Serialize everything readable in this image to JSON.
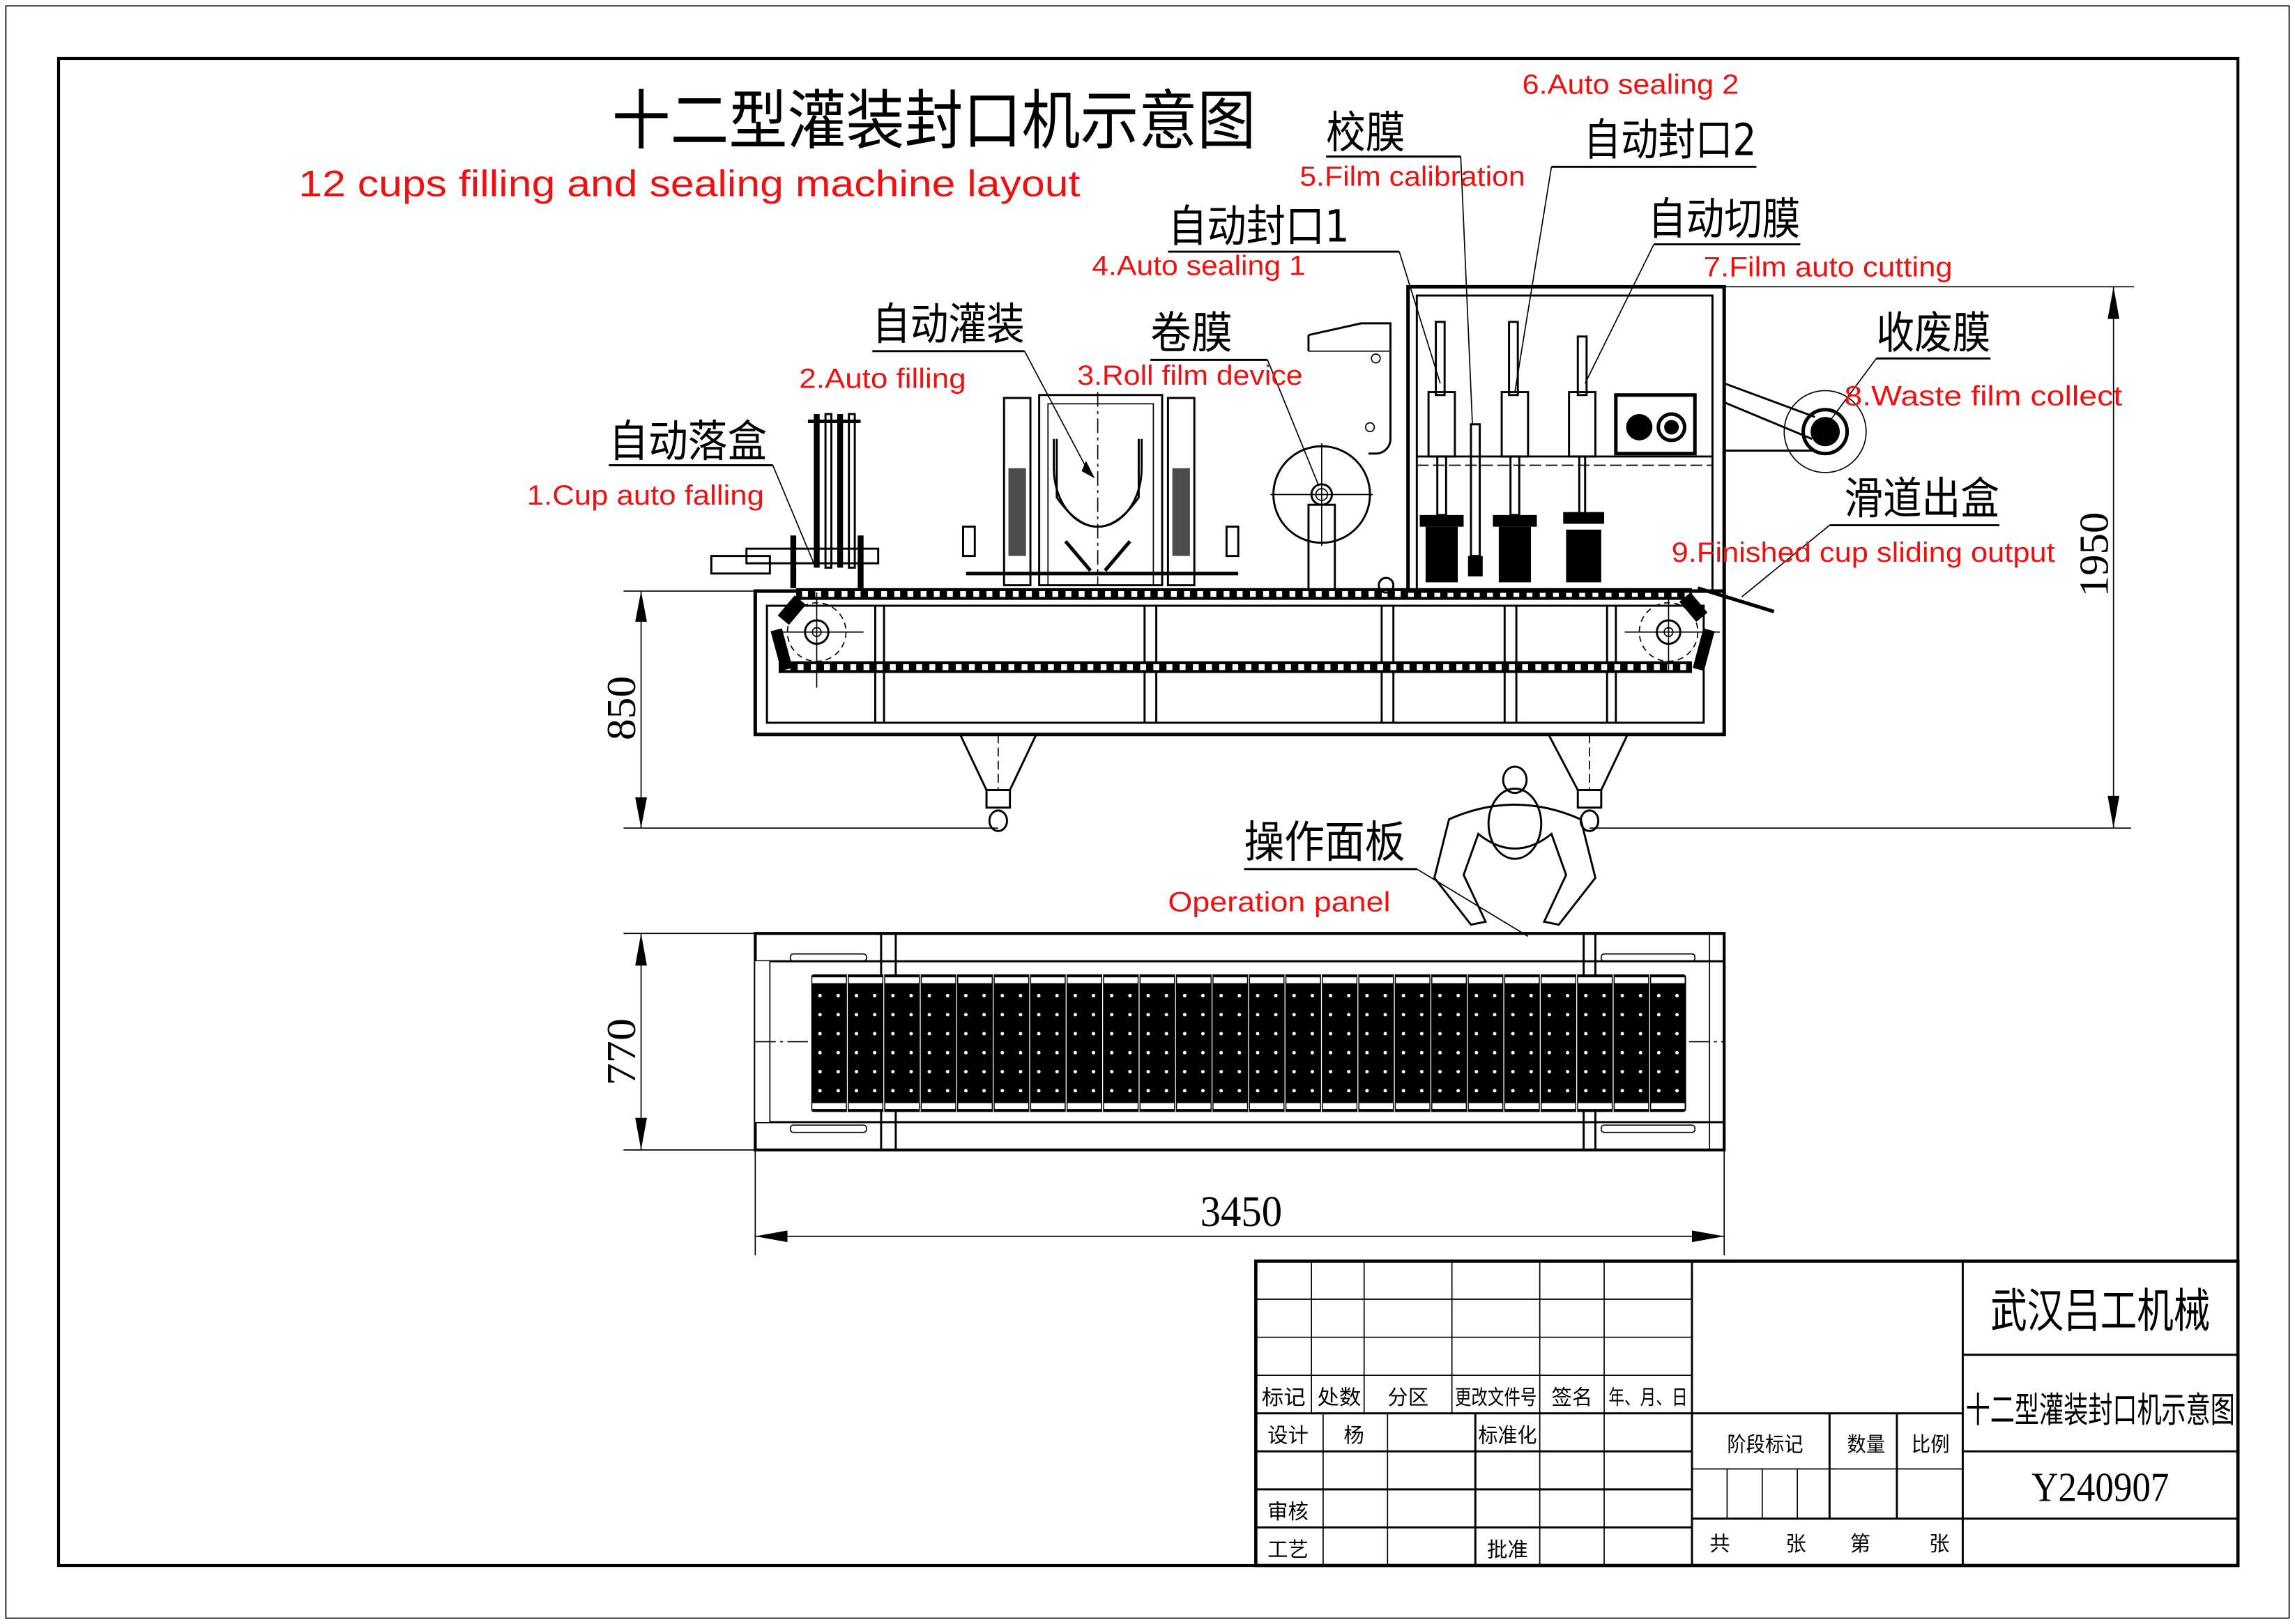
{
  "drawing": {
    "title_cn": "十二型灌装封口机示意图",
    "title_en": "12 cups filling and sealing machine layout",
    "colors": {
      "line": "#000000",
      "english_label": "#ee1111",
      "background": "#ffffff"
    }
  },
  "components": [
    {
      "id": 1,
      "cn": "自动落盒",
      "en": "1.Cup auto falling"
    },
    {
      "id": 2,
      "cn": "自动灌装",
      "en": "2.Auto filling"
    },
    {
      "id": 3,
      "cn": "卷膜",
      "en": "3.Roll film device"
    },
    {
      "id": 4,
      "cn": "自动封口1",
      "en": "4.Auto sealing 1"
    },
    {
      "id": 5,
      "cn": "校膜",
      "en": "5.Film calibration"
    },
    {
      "id": 6,
      "cn": "自动封口2",
      "en": "6.Auto sealing 2"
    },
    {
      "id": 7,
      "cn": "自动切膜",
      "en": "7.Film auto cutting"
    },
    {
      "id": 8,
      "cn": "收废膜",
      "en": "8.Waste film collect"
    },
    {
      "id": 9,
      "cn": "滑道出盒",
      "en": "9.Finished cup sliding output"
    },
    {
      "id": 10,
      "cn": "操作面板",
      "en": "Operation panel"
    }
  ],
  "dimensions": {
    "total_height": "1950",
    "table_height": "850",
    "width": "770",
    "length": "3450"
  },
  "top_view": {
    "tray_count": 24,
    "cups_per_tray_cols": 2,
    "cups_per_tray_rows": 6
  },
  "title_block": {
    "company": "武汉吕工机械",
    "drawing_name": "十二型灌装封口机示意图",
    "drawing_number": "Y240907",
    "revision_headers": [
      "标记",
      "处数",
      "分区",
      "更改文件号",
      "签名",
      "年、月、日"
    ],
    "design_label": "设计",
    "designer": "杨",
    "standardization_label": "标准化",
    "review_label": "审核",
    "process_label": "工艺",
    "approval_label": "批准",
    "stage_mark_label": "阶段标记",
    "quantity_label": "数量",
    "scale_label": "比例",
    "total_sheets_label": "共",
    "sheets_label": "张",
    "sheet_no_label": "第",
    "sheet_label2": "张"
  }
}
